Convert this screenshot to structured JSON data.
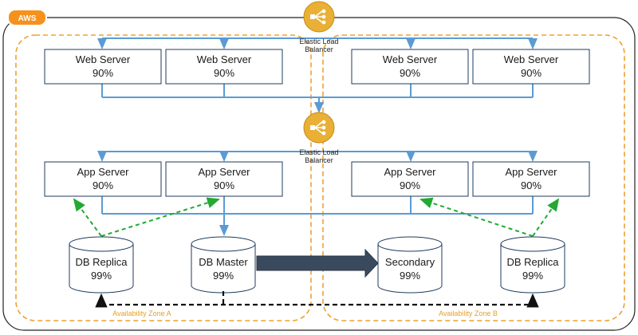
{
  "cloud": {
    "badge": "AWS"
  },
  "zones": [
    {
      "label": "Availability  Zone A"
    },
    {
      "label": "Availability  Zone B"
    }
  ],
  "load_balancers": [
    {
      "label_line1": "Elastic Load",
      "label_line2": "Balancer"
    },
    {
      "label_line1": "Elastic Load",
      "label_line2": "Balancer"
    }
  ],
  "web_servers": [
    {
      "title": "Web Server",
      "value": "90%"
    },
    {
      "title": "Web Server",
      "value": "90%"
    },
    {
      "title": "Web Server",
      "value": "90%"
    },
    {
      "title": "Web Server",
      "value": "90%"
    }
  ],
  "app_servers": [
    {
      "title": "App Server",
      "value": "90%"
    },
    {
      "title": "App Server",
      "value": "90%"
    },
    {
      "title": "App Server",
      "value": "90%"
    },
    {
      "title": "App Server",
      "value": "90%"
    }
  ],
  "databases": [
    {
      "title": "DB Replica",
      "value": "99%"
    },
    {
      "title": "DB Master",
      "value": "99%"
    },
    {
      "title": "Secondary",
      "value": "99%"
    },
    {
      "title": "DB Replica",
      "value": "99%"
    }
  ],
  "colors": {
    "connector": "#5b9bd5",
    "zone_border": "#f0a030",
    "replication": "#22aa33",
    "sync_arrow": "#3a4a5e",
    "lb_fill": "#e9b035",
    "aws_badge": "#f5921e"
  }
}
